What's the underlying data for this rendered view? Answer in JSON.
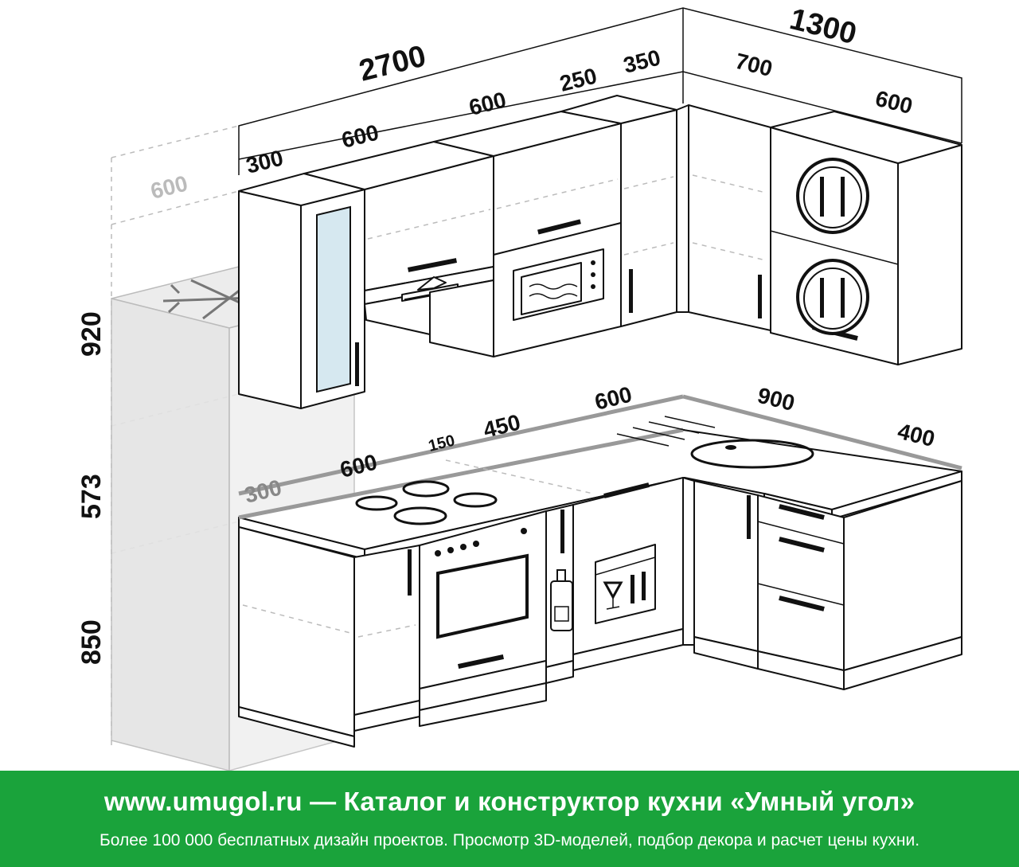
{
  "dimensions": {
    "wall_a_total": "2700",
    "wall_b_total": "1300",
    "upper_300": "300",
    "upper_600_a": "600",
    "upper_600_b": "600",
    "upper_250": "250",
    "upper_350": "350",
    "upper_700": "700",
    "upper_600_c": "600",
    "fridge_depth": "600",
    "height_920": "920",
    "height_573": "573",
    "height_850": "850",
    "lower_300": "300",
    "lower_600": "600",
    "lower_150": "150",
    "lower_450": "450",
    "lower_600_b": "600",
    "lower_900": "900",
    "lower_400": "400"
  },
  "banner": {
    "title": "www.umugol.ru — Каталог и конструктор кухни «Умный угол»",
    "subtitle": "Более 100 000 бесплатных дизайн проектов. Просмотр 3D-моделей, подбор декора и расчет цены кухни."
  },
  "colors": {
    "banner_background": "#1aa33b",
    "banner_text": "#ffffff"
  }
}
